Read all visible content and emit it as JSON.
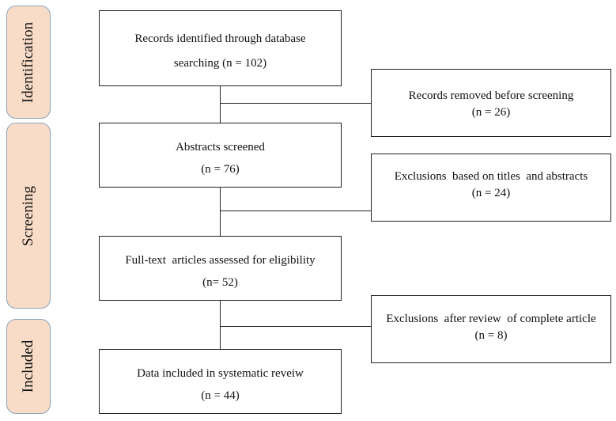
{
  "phases": {
    "identification": "Identification",
    "screening": "Screening",
    "included": "Included"
  },
  "main": {
    "records": {
      "line1": "Records identified through database",
      "line2": "searching (n = 102)"
    },
    "abstracts": {
      "line1": "Abstracts screened",
      "line2": "(n = 76)"
    },
    "fulltext": {
      "line1": "Full-text  articles assessed for eligibility",
      "line2": "(n= 52)"
    },
    "included": {
      "line1": "Data included in systematic reveiw",
      "line2": "(n = 44)"
    }
  },
  "side": {
    "removed": {
      "line1": "Records removed before screening",
      "line2": "(n = 26)"
    },
    "excl_titles": {
      "line1": "Exclusions  based on titles  and abstracts",
      "line2": "(n = 24)"
    },
    "excl_review": {
      "line1": "Exclusions  after review  of complete article",
      "line2": "(n = 8)"
    }
  },
  "colors": {
    "phase_fill": "#f9dcc8",
    "phase_border": "#8aa5bd",
    "line": "#222222"
  }
}
